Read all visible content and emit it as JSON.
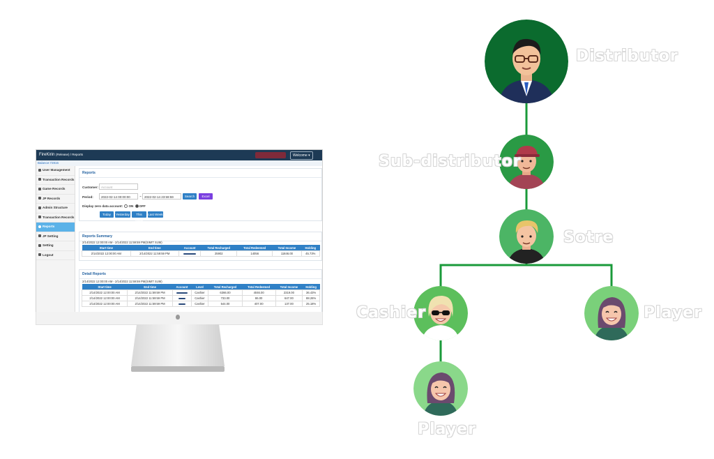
{
  "dashboard": {
    "brand": "FireKirin",
    "brand_sub": "(Release) / Reports",
    "welcome": "Welcome ▾",
    "balance": "Balance:72815",
    "sidebar": [
      {
        "label": "User Management"
      },
      {
        "label": "Transaction Records"
      },
      {
        "label": "Game Records"
      },
      {
        "label": "JP Records"
      },
      {
        "label": "Admin Structure"
      },
      {
        "label": "Transaction Records"
      },
      {
        "label": "Reports",
        "active": true
      },
      {
        "label": "JP Setting"
      },
      {
        "label": "Setting"
      },
      {
        "label": "Logout"
      }
    ],
    "reports": {
      "title": "Reports",
      "customer_label": "Customer:",
      "customer_placeholder": "Account",
      "period_label": "Period:",
      "period_start": "2022-02-14 00:00:00",
      "period_sep": "~",
      "period_end": "2022-02-14 23:59:59",
      "search_button": "Search",
      "excel_button": "Excel",
      "zero_label": "Display zero data account:",
      "zero_on": "ON",
      "zero_off": "OFF",
      "quick_buttons": [
        "Today",
        "Yesterday",
        "This Week",
        "Last Week"
      ]
    },
    "summary": {
      "title": "Reports Summary",
      "range_text": "2/14/2022 12:00:00 AM - 2/14/2022 11:59:59 PM(SIMIT SUM)",
      "headers": [
        "Start time",
        "End time",
        "Account",
        "Total Recharged",
        "Total Redeemed",
        "Total Income",
        "Holding"
      ],
      "row": [
        "2/14/2022 12:00:00 AM",
        "2/14/2022 11:59:59 PM",
        "",
        "25902",
        "14056",
        "11846.00",
        "45.73%"
      ]
    },
    "detail": {
      "title": "Detail Reports",
      "range_text": "2/14/2022 12:00:00 AM - 2/14/2022 11:59:59 PM(SIMIT SUM)",
      "headers": [
        "Start time",
        "End time",
        "Account",
        "Level",
        "Total Recharged",
        "Total Redeemed",
        "Total Income",
        "Holding"
      ],
      "rows": [
        [
          "2/14/2022 12:00:00 AM",
          "2/14/2022 11:59:59 PM",
          "",
          "Cashier",
          "6366.00",
          "4046.00",
          "2319.00",
          "36.43%"
        ],
        [
          "2/14/2022 12:00:00 AM",
          "2/14/2022 11:59:59 PM",
          "",
          "Cashier",
          "733.00",
          "86.00",
          "647.00",
          "88.26%"
        ],
        [
          "2/14/2022 12:00:00 AM",
          "2/14/2022 11:59:59 PM",
          "",
          "Cashier",
          "544.00",
          "407.00",
          "137.00",
          "25.18%"
        ]
      ]
    }
  },
  "hierarchy": {
    "nodes": [
      {
        "id": "distributor",
        "label": "Distributor",
        "bg": "#0b6b2e"
      },
      {
        "id": "sub-distributor",
        "label": "Sub-distributor",
        "bg": "#2a9a45"
      },
      {
        "id": "store",
        "label": "Sotre",
        "bg": "#4cb565"
      },
      {
        "id": "cashier",
        "label": "Cashier",
        "bg": "#5cbf5c"
      },
      {
        "id": "player-right",
        "label": "Player",
        "bg": "#7ad07a"
      },
      {
        "id": "player-bottom",
        "label": "Player",
        "bg": "#8ad88a"
      }
    ],
    "line_color": "#1a9a3a"
  }
}
